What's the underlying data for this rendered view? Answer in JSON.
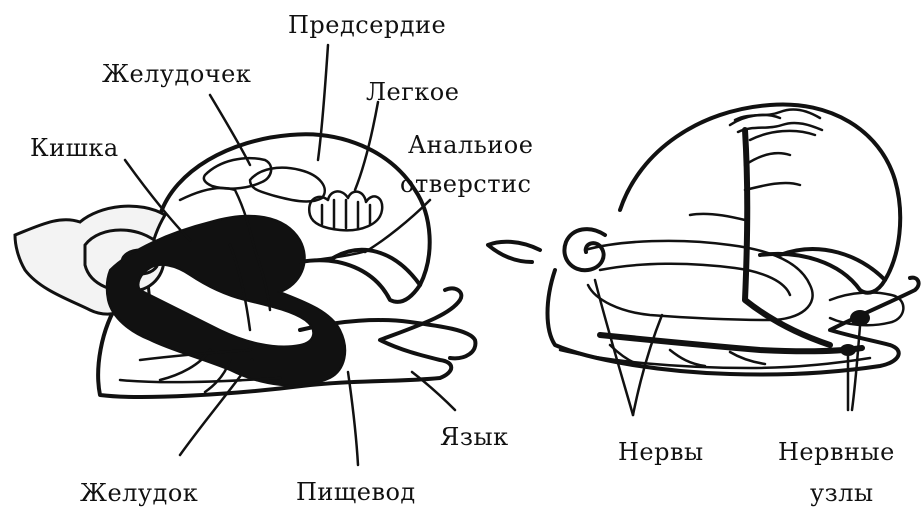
{
  "diagram": {
    "left_figure": {
      "labels": {
        "atrium": "Предсердие",
        "ventricle": "Желудочек",
        "lung": "Легкое",
        "intestine": "Кишка",
        "anal_opening_line1": "Анальиое",
        "anal_opening_line2": "отверстис",
        "stomach": "Желудок",
        "esophagus": "Пищевод",
        "tongue": "Язык"
      }
    },
    "right_figure": {
      "labels": {
        "nerves": "Нервы",
        "ganglia_line1": "Нервные",
        "ganglia_line2": "узлы"
      }
    }
  }
}
